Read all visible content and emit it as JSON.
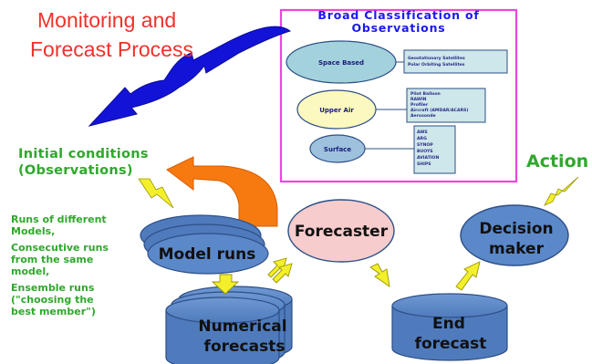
{
  "title": {
    "line1": "Monitoring and",
    "line2": "Forecast Process"
  },
  "classification": {
    "title_line1": "Broad Classification of",
    "title_line2": "Observations",
    "groups": [
      {
        "label": "Space Based",
        "items": [
          "Geostationary Satellites",
          "Polar Orbiting Satellites"
        ]
      },
      {
        "label": "Upper Air",
        "items": [
          "Pilot Balloon",
          "RAWIN",
          "Profiler",
          "Aircraft (AMDAR/ACARS)",
          "Aerosonde"
        ]
      },
      {
        "label": "Surface",
        "items": [
          "AWS",
          "ARG",
          "SYNOP",
          "BUOYS",
          "AVIATION",
          "SHIPS"
        ]
      }
    ]
  },
  "initial_conditions": {
    "line1": "Initial conditions",
    "line2": "(Observations)"
  },
  "runs_notes": {
    "line1": "Runs of different",
    "line2": "Models,",
    "line3": "Consecutive runs",
    "line4": "from the same",
    "line5": "model,",
    "line6": "Ensemble runs",
    "line7": "(\"choosing the",
    "line8": "best member\")"
  },
  "nodes": {
    "model_runs": "Model runs",
    "forecaster": "Forecaster",
    "decision_maker_line1": "Decision",
    "decision_maker_line2": "maker",
    "numerical_line1": "Numerical",
    "numerical_line2": "forecasts",
    "end_line1": "End",
    "end_line2": "forecast"
  },
  "action_label": "Action",
  "colors": {
    "title_red": "#f0312a",
    "green_text": "#2fa82c",
    "node_blue": "#5b88c9",
    "node_border": "#2d4f86",
    "forecaster_pink": "#f6cccc",
    "arrow_blue": "#1313d8",
    "arrow_orange": "#f77a10",
    "arrow_yellow": "#f3ef2b",
    "box_border": "#ee44dd",
    "oval_space": "#a3d2dc",
    "oval_upper": "#fbf8c0",
    "oval_surface": "#9ec2de",
    "item_box": "#cde7ea"
  }
}
